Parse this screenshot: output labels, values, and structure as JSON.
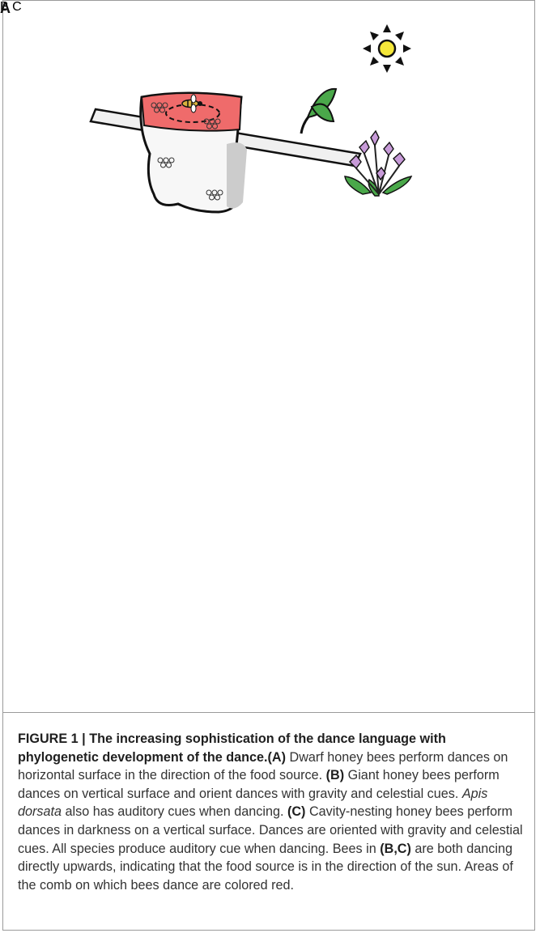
{
  "figure": {
    "panels": [
      {
        "label": "A"
      },
      {
        "label": "B"
      },
      {
        "label": "C"
      }
    ],
    "caption": {
      "figure_label": "FIGURE 1 | ",
      "title": "The increasing sophistication of the dance language with phylogenetic development of the dance.",
      "ref_a": "(A)",
      "text_a": " Dwarf honey bees perform dances on horizontal surface in the direction of the food source. ",
      "ref_b": "(B)",
      "text_b1": " Giant honey bees perform dances on vertical surface and orient dances with gravity and celestial cues. ",
      "species": "Apis dorsata",
      "text_b2": " also has auditory cues when dancing. ",
      "ref_c": "(C)",
      "text_c1": " Cavity-nesting honey bees perform dances in darkness on a vertical surface. Dances are oriented with gravity and celestial cues. All species produce auditory cue when dancing. Bees in ",
      "ref_bc": "(B,C)",
      "text_c2": " are both dancing directly upwards, indicating that the food source is in the direction of the sun. Areas of the comb on which bees dance are colored red."
    },
    "colors": {
      "dance_area": "#ef6b6b",
      "sun": "#f5e83a",
      "petal": "#c79ad8",
      "leaf": "#4aa84a"
    }
  }
}
